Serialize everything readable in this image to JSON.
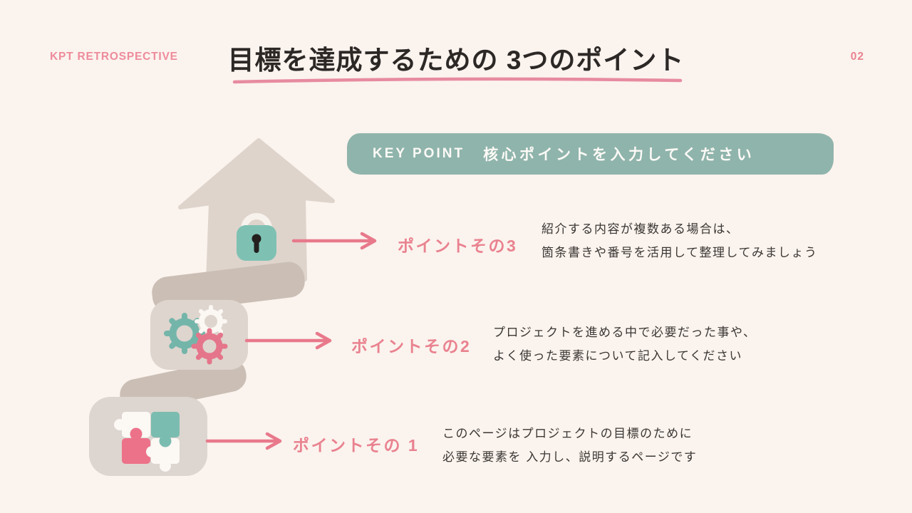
{
  "header": {
    "eyebrow": "KPT RETROSPECTIVE",
    "title": "目標を達成するための 3つのポイント",
    "page_number": "02"
  },
  "key_point_banner": {
    "tag": "KEY POINT",
    "text": "核心ポイントを入力してください"
  },
  "points": [
    {
      "label": "ポイントその3",
      "desc1": "紹介する内容が複数ある場合は、",
      "desc2": "箇条書きや番号を活用して整理してみましょう"
    },
    {
      "label": "ポイントその2",
      "desc1": "プロジェクトを進める中で必要だった事や、",
      "desc2": "よく使った要素について記入してください"
    },
    {
      "label": "ポイントその 1",
      "desc1": "このページはプロジェクトの目標のために",
      "desc2": "必要な要素を 入力し、説明するページです"
    }
  ],
  "illustration": {
    "description": "staircase of three steps rising to an upward arrow",
    "step_icons": [
      "puzzle-icon",
      "gears-icon",
      "lock-icon"
    ]
  },
  "colors": {
    "background": "#FBF3EE",
    "accent_pink": "#E9828F",
    "underline_pink": "#E78BA0",
    "banner_teal": "#8FB4AB",
    "lock_teal": "#7EC1B3",
    "gear_teal": "#74B5AA",
    "gear_pink": "#E5758A",
    "puzzle_teal": "#7BBCB0",
    "puzzle_pink": "#EC7289",
    "step_beige": "#DED5CE",
    "ramp_beige": "#CBBFB5",
    "text_dark": "#3B3733",
    "title_dark": "#2C2826"
  }
}
